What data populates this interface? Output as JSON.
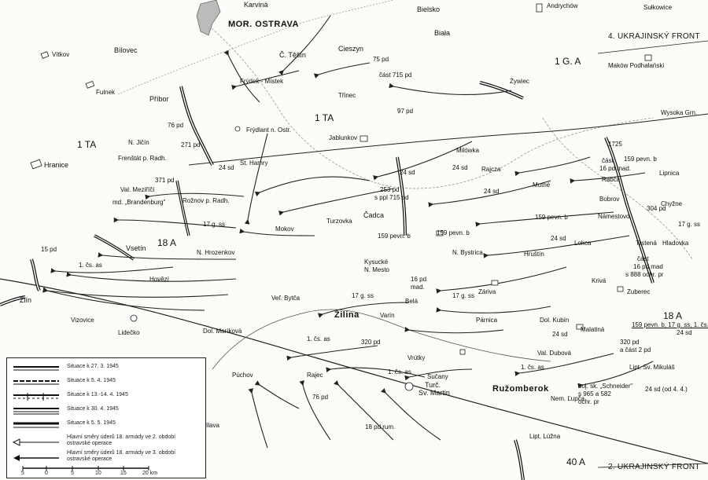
{
  "map": {
    "cities": {
      "karvina": "Karviná",
      "mor_ostrava": "MOR. OSTRAVA",
      "bielsko": "Bielsko",
      "biala": "Biała",
      "andrychow": "Andrychów",
      "sulkowice": "Sułkowice",
      "vitkov": "Vítkov",
      "bilovec": "Bílovec",
      "c_tesin": "Č. Těšín",
      "cieszyn": "Cieszyn",
      "makow": "Maków Podhalański",
      "fulnek": "Fulnek",
      "frydek": "Frýdek - Místek",
      "zywiec": "Żywiec",
      "pribor": "Příbor",
      "trinec": "Třinec",
      "wysoka": "Wysoka Grn.",
      "n_jicin": "N. Jičín",
      "frydlant": "Frýdlant n. Ostr.",
      "jablunkov": "Jablunkov",
      "milowka": "Milówka",
      "frenstat": "Frenštát p. Radh.",
      "hranice": "Hranice",
      "st_hamry": "St. Hamry",
      "rajcza": "Rajcza",
      "mutne": "Mutné",
      "rabca": "Rabča",
      "lipnica": "Lipnica",
      "val_mezirici": "Val. Meziříčí",
      "brandenburg": "md. „Brandenburg\"",
      "roznov": "Rožnov p. Radh.",
      "bobrov": "Bobrov",
      "chyzne": "Chyžne",
      "turzovka": "Turzovka",
      "cadca": "Čadca",
      "namestovo": "Námestovo",
      "trstena": "Trstená",
      "hladovka": "Hladovka",
      "mokov": "Mokov",
      "vsetin": "Vsetín",
      "n_hrozenkov": "N. Hrozenkov",
      "n_bystrica": "N. Bystrica",
      "lokca": "Lokca",
      "hrustin": "Hruštín",
      "kysucke": "Kysucké",
      "n_mesto": "N. Mesto",
      "hovezi": "Hovězí",
      "zazriva": "Záriva",
      "kriva": "Krivá",
      "zuberec": "Zuberec",
      "vel_bytca": "Veľ. Bytča",
      "bela": "Belá",
      "zlin": "Zlín",
      "vizovice": "Vizovice",
      "lidecko": "Lidečko",
      "zilina": "Žilina",
      "varin": "Varín",
      "parnica": "Párnica",
      "dol_kubin": "Dol. Kubín",
      "malatina": "Malatiná",
      "dol_marikova": "Dol. Maríková",
      "vrutky": "Vrútky",
      "val_dubova": "Val. Dubová",
      "puchov": "Púchov",
      "rajec": "Rajec",
      "sucany": "Sučany",
      "ruzomberok": "Ružomberok",
      "lipt_mikulas": "Lipt. Sv. Mikuláš",
      "turc": "Turč.",
      "sv_martin": "Sv. Martin",
      "nem_lupca": "Nem. Ľupča",
      "ilava": "Ilava",
      "lipt_luzna": "Lipt. Lúžna"
    },
    "units": {
      "pd75": "75 pd",
      "cast715": "část 715 pd",
      "pd97": "97 pd",
      "pd76": "76 pd",
      "pd271": "271 pd",
      "sd24a": "24 sd",
      "pd371": "371 pd",
      "sd24b": "24 sd",
      "sd24c": "24 sd",
      "sd24d": "24 sd",
      "sd24e": "24 sd",
      "pd253": "253 pd",
      "sppl": "s ppl 715 pd",
      "pd159": "159 pevn. b",
      "pevn159a": "159 pevn. b",
      "pevn159b": "159 pevn. b",
      "pevn159c": "159 pevn. b",
      "cast16": "část",
      "mad16": "16 pd mad.",
      "h1725": "1725",
      "pevn159d": "159 pevn. b",
      "pd304": "304 pd",
      "gss17a": "17 g. ss",
      "gss17b": "17 g. ss",
      "gss17c": "17 g. ss",
      "gss17d": "17 g. ss",
      "pd15": "15 pd",
      "cs_as_a": "1. čs. as",
      "cs_as_b": "1. čs. as",
      "cs_as_c": "1. čs. as",
      "cs_as_d": "1. čs. as",
      "pd16mad": "16 pd",
      "mad": "mad.",
      "cast_b": "část",
      "mad2": "16 pd mad",
      "ochr": "s 888 ochr. pr",
      "pd320": "320 pd",
      "pd320b": "320 pd",
      "cast2": "a část 2 pd",
      "pd76b": "76 pd",
      "sd24f": "24 sd",
      "sd24g": "24 sd (od 4. 4.)",
      "bojsk": "boj. sk. „Schneider\"",
      "bojsk2": "s 965 a 582",
      "bojsk3": "ochr. pr",
      "rum18": "18 pd rum.",
      "bottom18a": "159 pevn. b, 17 g. ss, 1. čs. as",
      "bottom18b": "24 sd"
    },
    "armies": {
      "ta1_a": "1 TA",
      "ta1_b": "1 TA",
      "ga1": "1 G. A",
      "a18": "18 A",
      "a18b": "18 A",
      "a40": "40 A"
    },
    "fronts": {
      "ukr4": "4. UKRAJINSKÝ FRONT",
      "ukr2": "2. UKRAJINSKÝ FRONT"
    }
  },
  "legend": {
    "items": [
      "Situace k 27. 3. 1945",
      "Situace k 5. 4. 1945",
      "Situace k 13.-14. 4. 1945",
      "Situace k 30. 4. 1945",
      "Situace k 5. 5. 1945"
    ],
    "arrows": [
      "Hlavní směry úderů 18. armády ve 2. období ostravské operace",
      "Hlavní směry úderů 18. armády ve 3. období ostravské operace"
    ],
    "scale": [
      "5",
      "0",
      "5",
      "10",
      "15",
      "20 km"
    ]
  }
}
